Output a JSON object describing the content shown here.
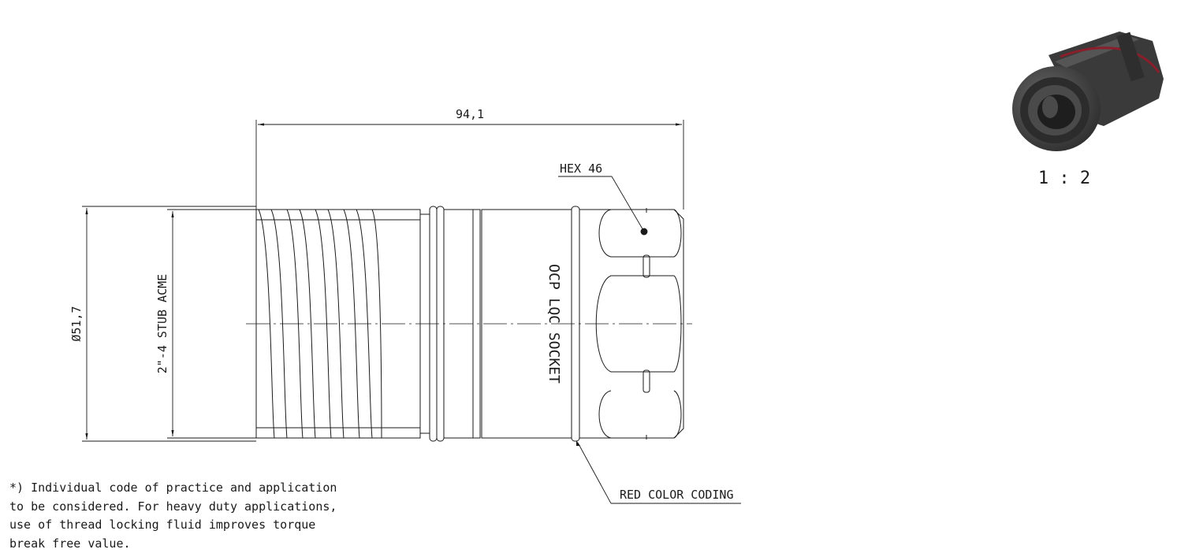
{
  "dimensions": {
    "length": "94,1",
    "diameter": "Ø51,7",
    "thread": "2\"-4 STUB ACME"
  },
  "callouts": {
    "hex": "HEX 46",
    "color_coding": "RED COLOR CODING"
  },
  "marking": "OCP LQC SOCKET",
  "scale": "1 : 2",
  "note": "*) Individual code of practice and application to be considered. For heavy duty applications, use of thread locking fluid improves torque break free value.",
  "colors": {
    "line": "#1a1a1a",
    "color_coding_ring": "#8a1e2a"
  }
}
